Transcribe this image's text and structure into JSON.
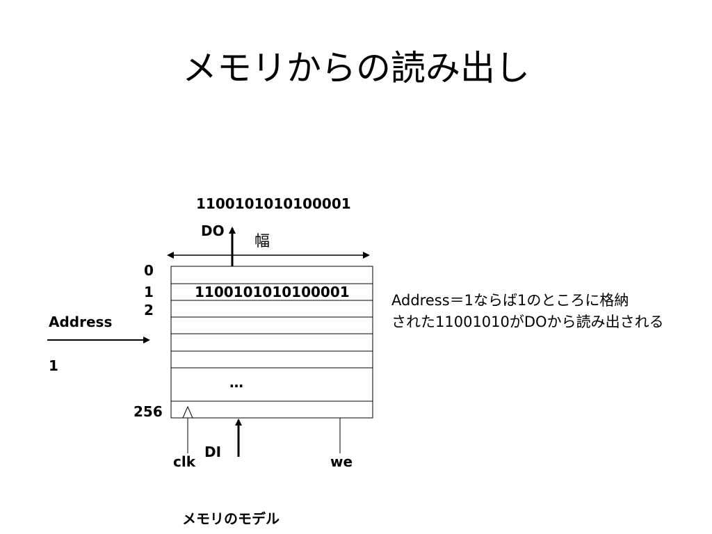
{
  "slide": {
    "title": "メモリからの読み出し",
    "caption": "メモリのモデル"
  },
  "memory": {
    "output_value": "1100101010100001",
    "do_label": "DO",
    "width_label": "幅",
    "row_labels": [
      "0",
      "1",
      "2"
    ],
    "stored_value": "1100101010100001",
    "ellipsis": "…",
    "last_row_label": "256",
    "address_label": "Address",
    "address_value": "1",
    "clk_label": "clk",
    "di_label": "DI",
    "we_label": "we"
  },
  "description": {
    "line1": "Address＝1ならば1のところに格納",
    "line2": "された11001010がDOから読み出される"
  }
}
